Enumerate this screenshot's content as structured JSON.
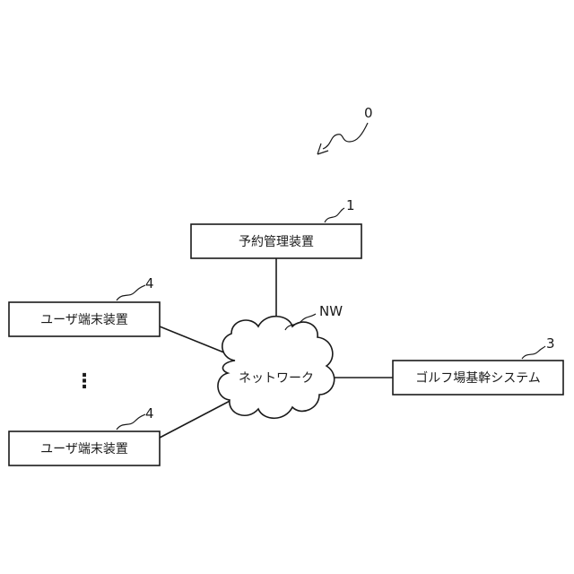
{
  "figure": {
    "ref_overall": "0",
    "cloud": {
      "label": "ネットワーク",
      "ref": "NW"
    },
    "reservation_device": {
      "label": "予約管理装置",
      "ref": "1"
    },
    "user_terminal_top": {
      "label": "ユーザ端末装置",
      "ref": "4"
    },
    "user_terminal_bottom": {
      "label": "ユーザ端末装置",
      "ref": "4"
    },
    "golf_system": {
      "label": "ゴルフ場基幹システム",
      "ref": "3"
    },
    "ellipsis": "⋮"
  }
}
